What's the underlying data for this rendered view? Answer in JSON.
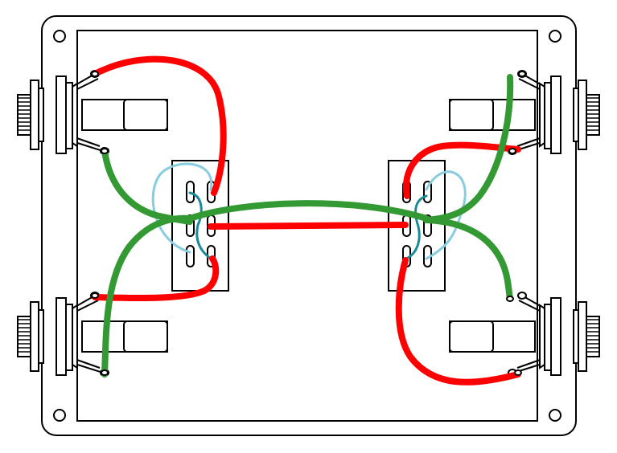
{
  "diagram": {
    "colors": {
      "background": "#ffffff",
      "outline": "#000000",
      "wire_red": "#ff0000",
      "wire_green": "#339933",
      "wire_light_blue": "#88cce0",
      "wire_teal": "#1a8a99"
    },
    "components": [
      "enclosure",
      "mounting-hole",
      "jack-connector",
      "switch-block"
    ]
  }
}
